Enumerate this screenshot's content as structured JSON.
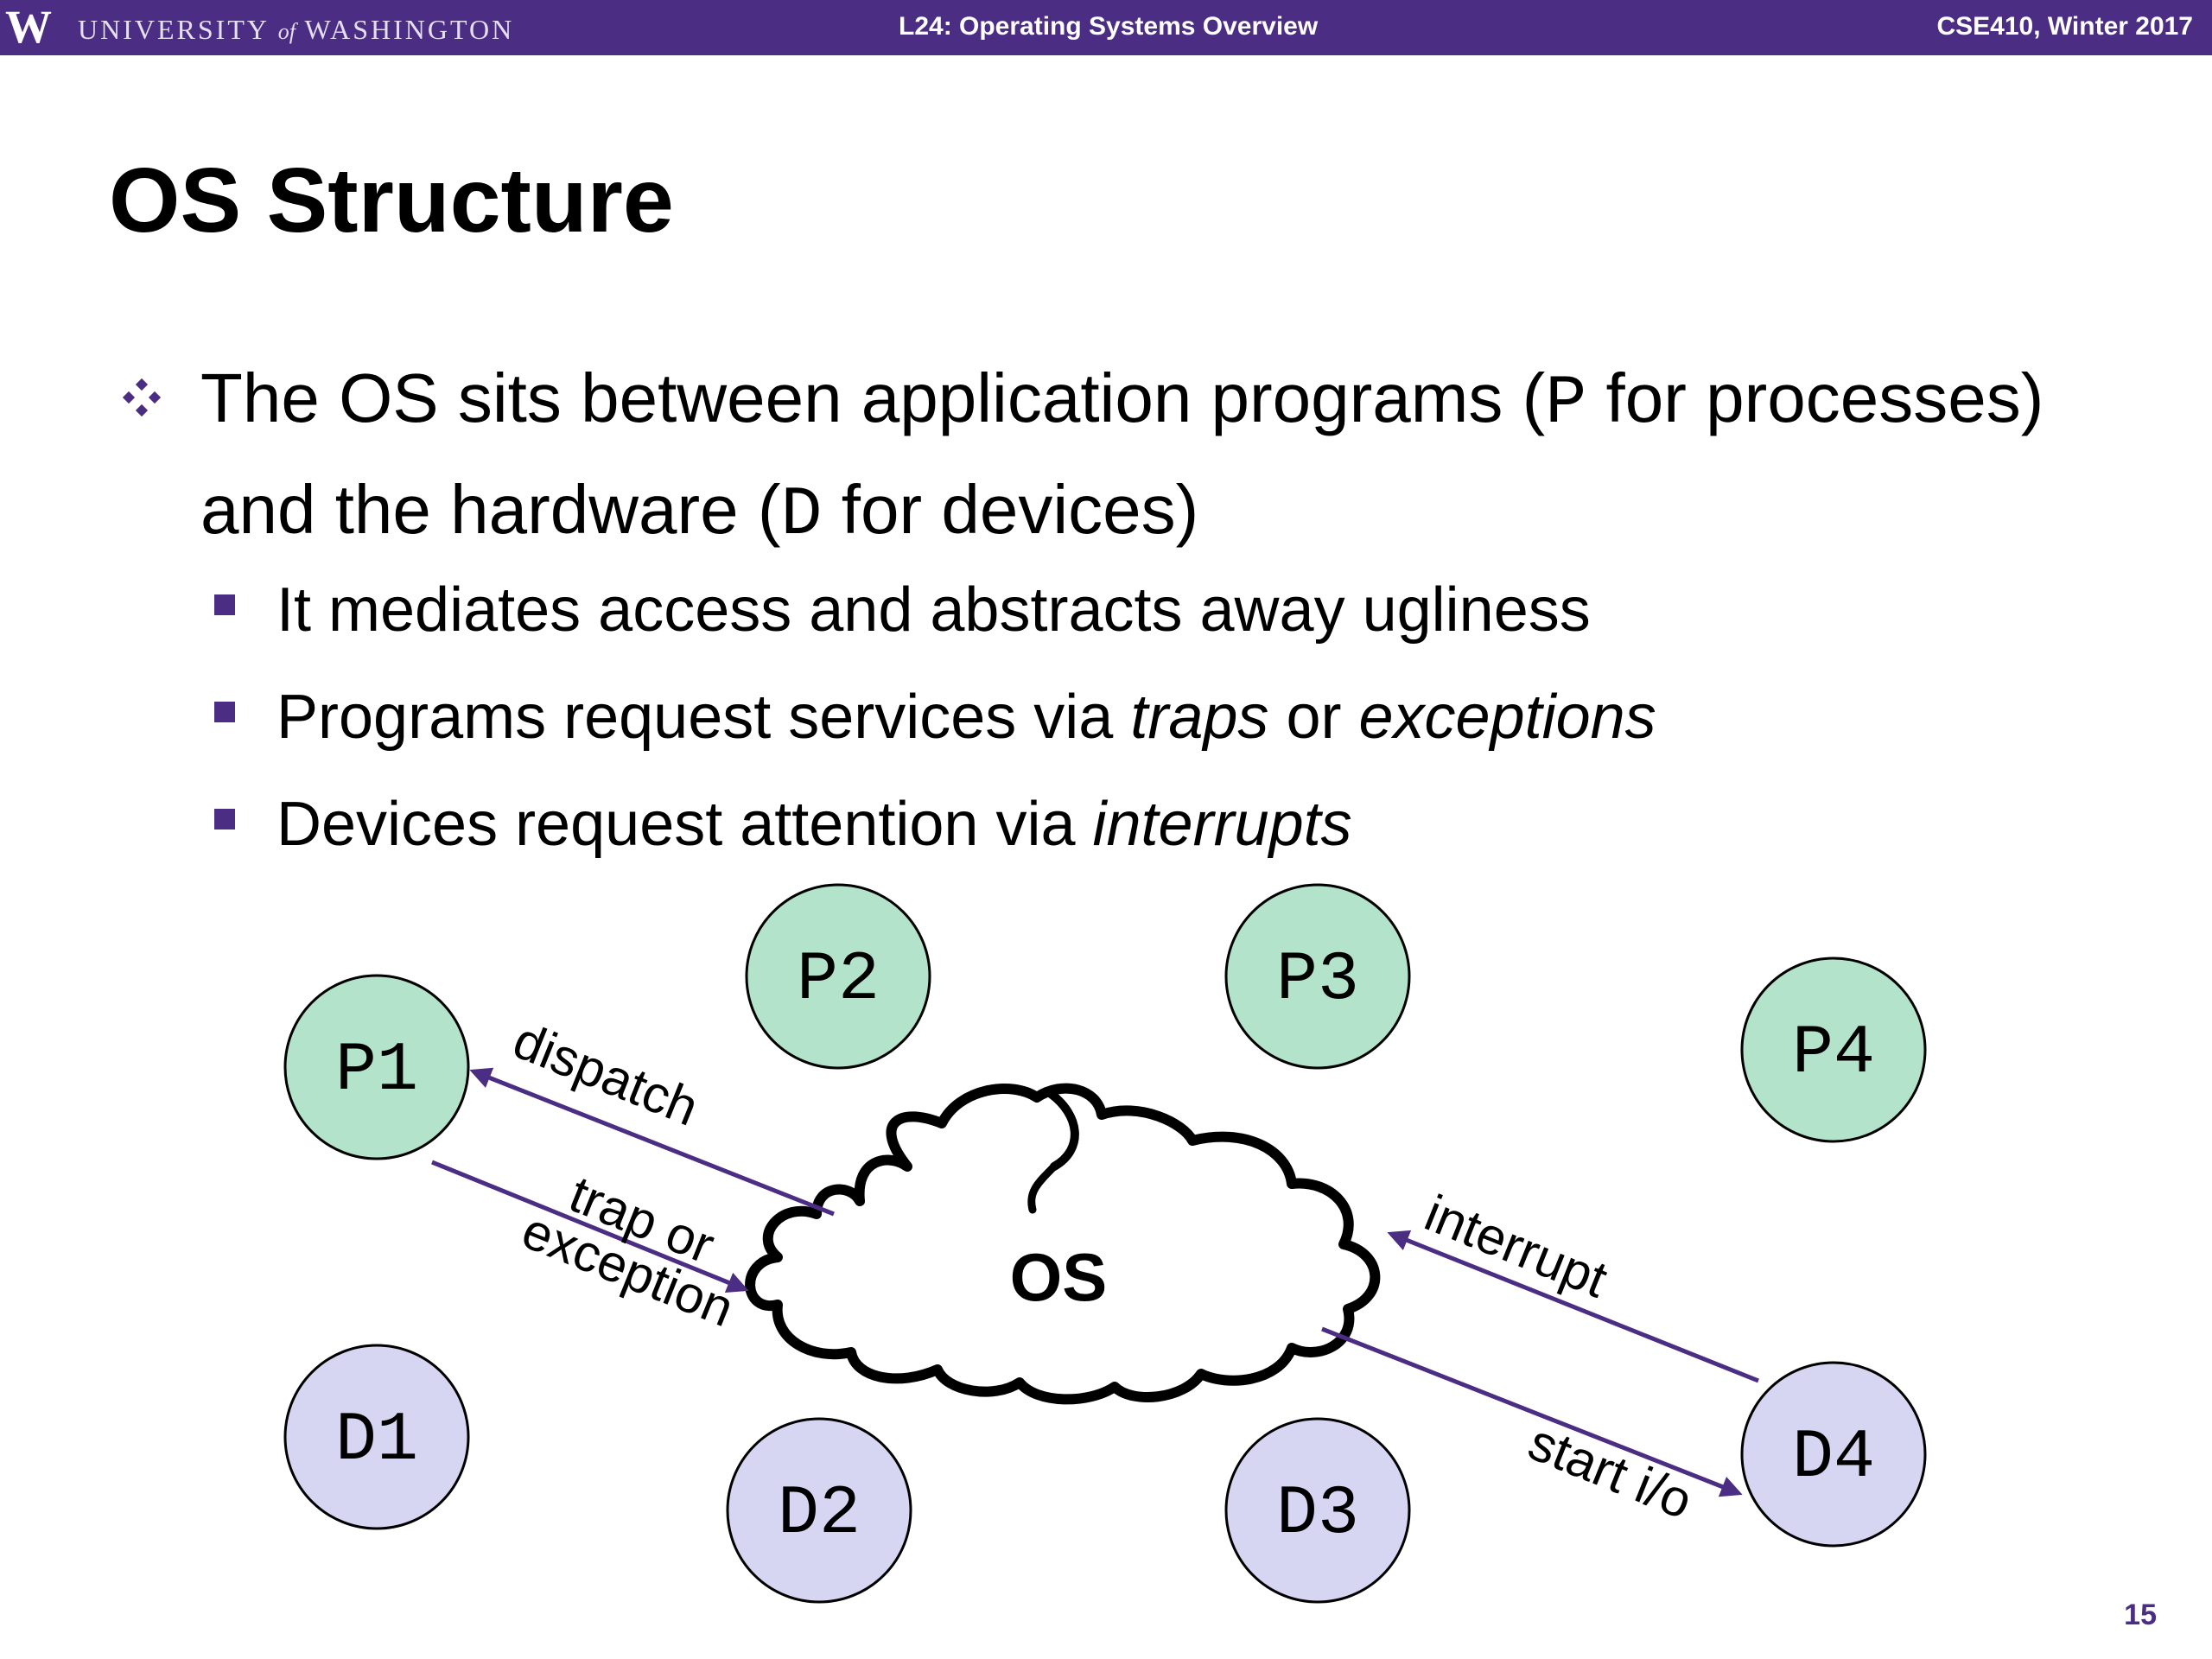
{
  "header": {
    "logo": "W",
    "university_pre": "UNIVERSITY",
    "university_of": "of",
    "university_post": "WASHINGTON",
    "lecture": "L24: Operating Systems Overview",
    "course": "CSE410, Winter 2017"
  },
  "slide": {
    "title": "OS Structure",
    "bullet": {
      "part1": "The OS sits between application programs (",
      "p": "P",
      "part2": " for processes) and the hardware (",
      "d": "D",
      "part3": " for devices)"
    },
    "sub_bullets": {
      "b1": "It mediates access and abstracts away ugliness",
      "b2_pre": "Programs request services via ",
      "b2_traps": "traps",
      "b2_or": " or ",
      "b2_exceptions": "exceptions",
      "b3_pre": "Devices request attention via ",
      "b3_interrupts": "interrupts"
    }
  },
  "diagram": {
    "processes": [
      "P1",
      "P2",
      "P3",
      "P4"
    ],
    "devices": [
      "D1",
      "D2",
      "D3",
      "D4"
    ],
    "os_label": "OS",
    "arrows": {
      "dispatch": "dispatch",
      "trap_line1": "trap or",
      "trap_line2": "exception",
      "interrupt": "interrupt",
      "start_io": "start i/o"
    }
  },
  "colors": {
    "purple": "#4b2e83",
    "process_fill": "#b3e3cb",
    "device_fill": "#d6d6f3"
  },
  "page_number": "15"
}
